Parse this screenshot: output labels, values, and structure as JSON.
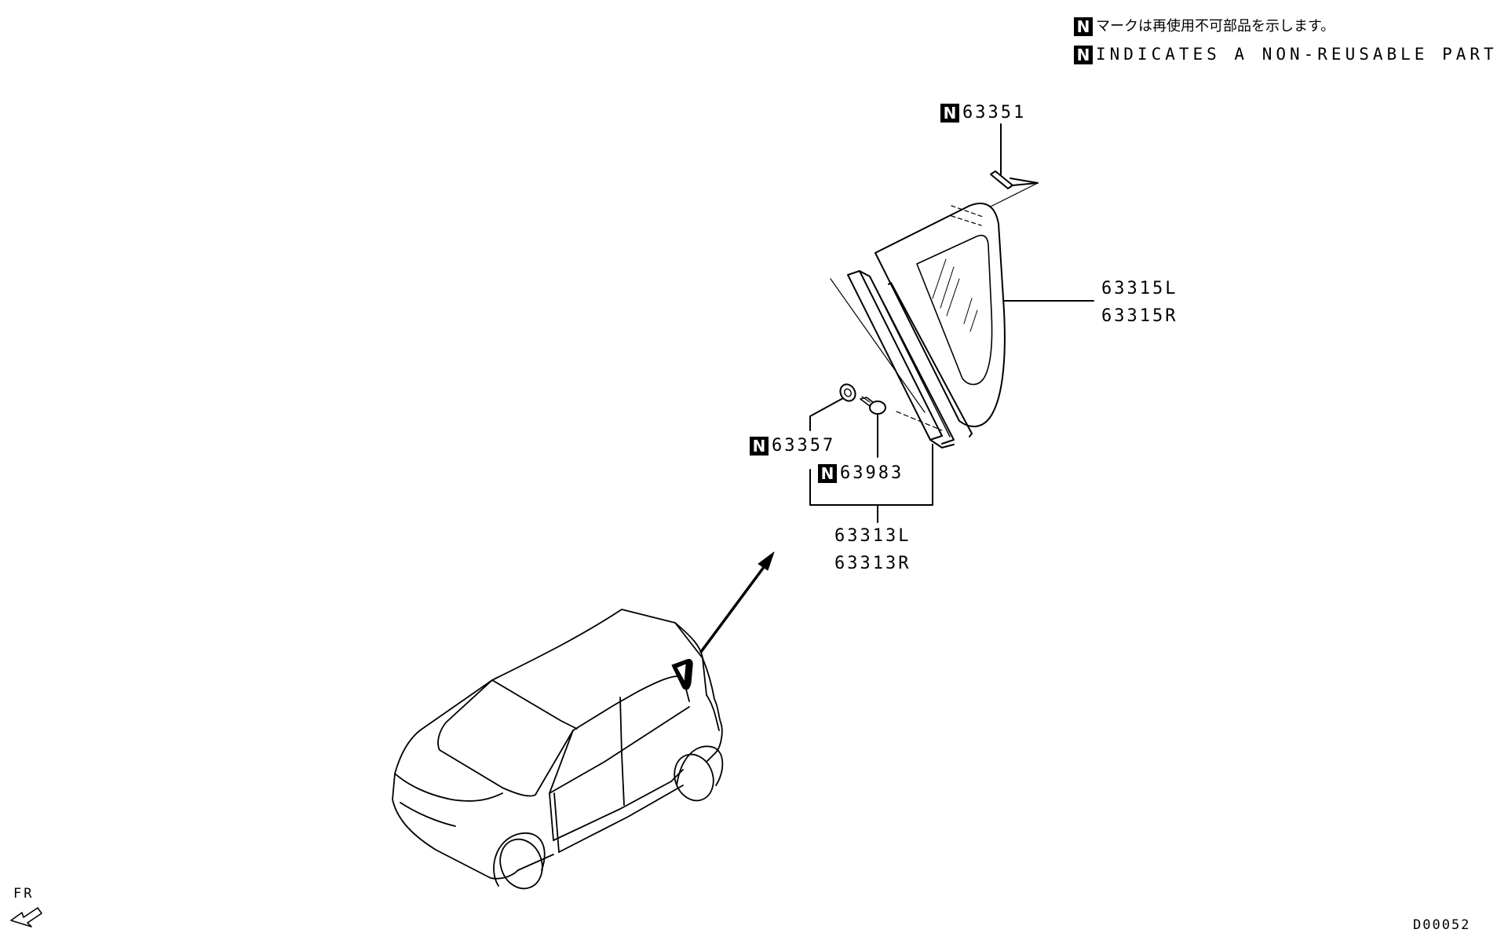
{
  "legend": {
    "symbol": "N",
    "note_jp": "マークは再使用不可部品を示します。",
    "note_en": "INDICATES A NON-REUSABLE PART."
  },
  "callouts": [
    {
      "id": "p63351",
      "number": "63351",
      "non_reusable": true
    },
    {
      "id": "p63315",
      "numbers": [
        "63315L",
        "63315R"
      ],
      "non_reusable": false
    },
    {
      "id": "p63357",
      "number": "63357",
      "non_reusable": true
    },
    {
      "id": "p63983",
      "number": "63983",
      "non_reusable": true
    },
    {
      "id": "p63313",
      "numbers": [
        "63313L",
        "63313R"
      ],
      "non_reusable": false
    }
  ],
  "orientation": "FR",
  "diagram_code": "D00052"
}
